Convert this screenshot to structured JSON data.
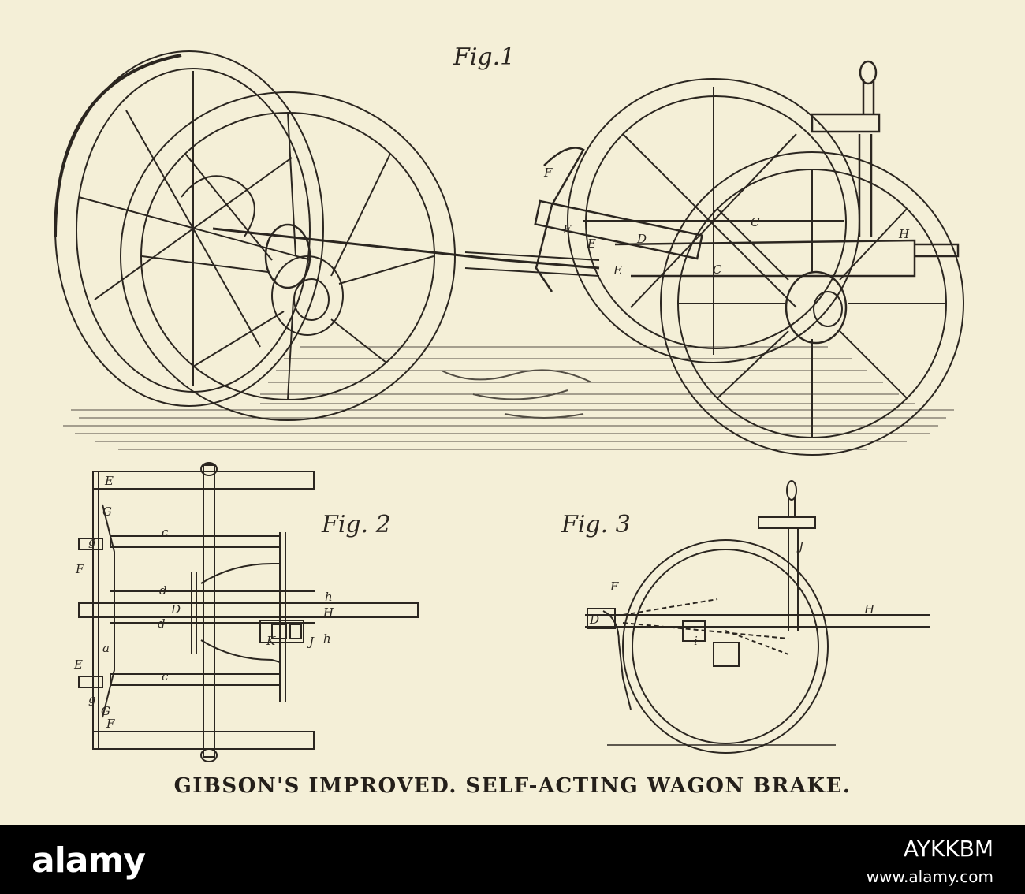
{
  "figures": {
    "fig1_label": "Fig.1",
    "fig2_label": "Fig. 2",
    "fig3_label": "Fig. 3"
  },
  "fig1_letters": [
    "F",
    "E",
    "E",
    "E",
    "D",
    "C",
    "C",
    "H"
  ],
  "fig2_letters": [
    "E",
    "G",
    "g",
    "c",
    "F",
    "d",
    "D",
    "d",
    "h",
    "H",
    "h",
    "J",
    "K",
    "a",
    "E",
    "c",
    "g",
    "G",
    "F"
  ],
  "fig3_letters": [
    "F",
    "J",
    "D",
    "H",
    "i"
  ],
  "caption": "GIBSON'S IMPROVED. SELF-ACTING WAGON BRAKE.",
  "footer": {
    "brand": "alamy",
    "image_id": "AYKKBM",
    "site": "www.alamy.com"
  },
  "colors": {
    "paper": "#f4efd7",
    "ink": "#2b2620",
    "footer_bg": "#000000",
    "footer_text": "#ffffff"
  }
}
